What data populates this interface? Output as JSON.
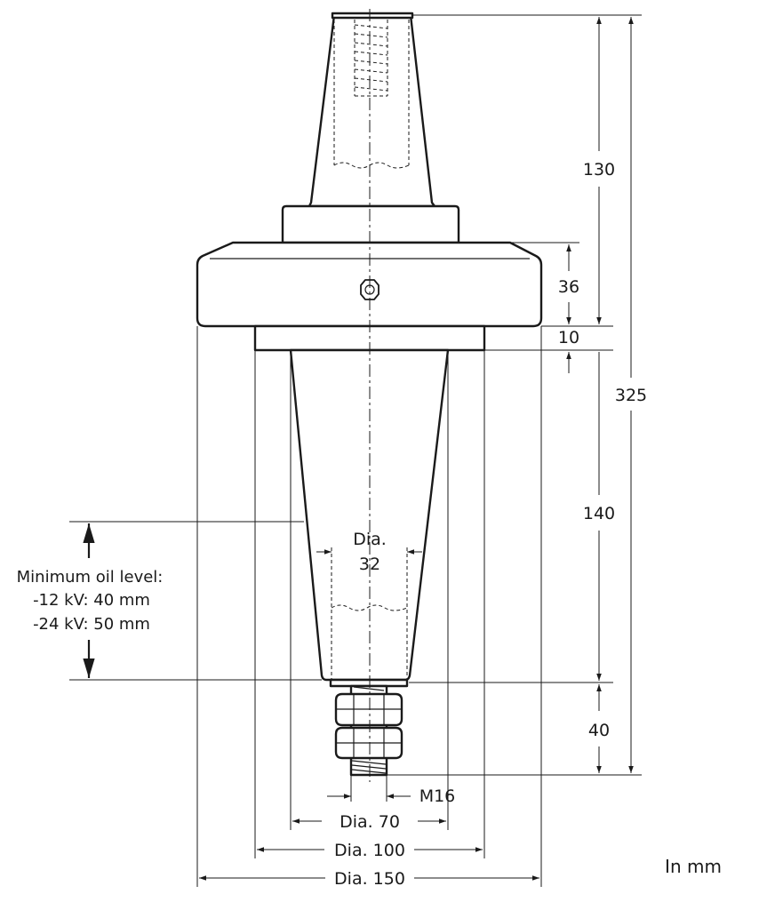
{
  "dimensions": {
    "height_130": "130",
    "height_36": "36",
    "height_10": "10",
    "height_325": "325",
    "height_140": "140",
    "height_40": "40",
    "dia_32_top": "Dia.",
    "dia_32_bottom": "32",
    "m16": "M16",
    "dia_70": "Dia. 70",
    "dia_100": "Dia. 100",
    "dia_150": "Dia. 150"
  },
  "oil_level": {
    "line1": "Minimum oil level:",
    "line2": "-12 kV: 40 mm",
    "line3": "-24 kV: 50 mm"
  },
  "unit_label": "In mm"
}
